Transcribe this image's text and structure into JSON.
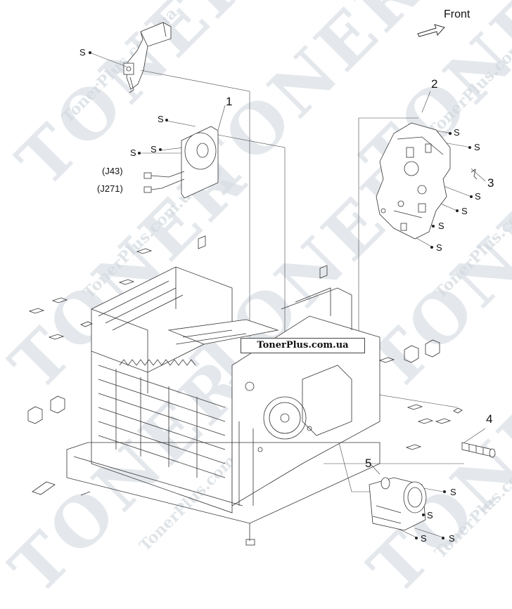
{
  "watermark": {
    "brand_large": "TONER",
    "brand_small": "TonerPlus.com.ua"
  },
  "banner": {
    "text": "TonerPlus.com.ua"
  },
  "direction": {
    "label": "Front"
  },
  "callouts": {
    "n1": "1",
    "n2": "2",
    "n3": "3",
    "n4": "4",
    "n5": "5"
  },
  "screws": {
    "s": "S"
  },
  "connectors": {
    "j43": "(J43)",
    "j271": "(J271)"
  },
  "colors": {
    "line": "#333333",
    "light": "#c9ced4",
    "watermark": "#d7dde3"
  }
}
